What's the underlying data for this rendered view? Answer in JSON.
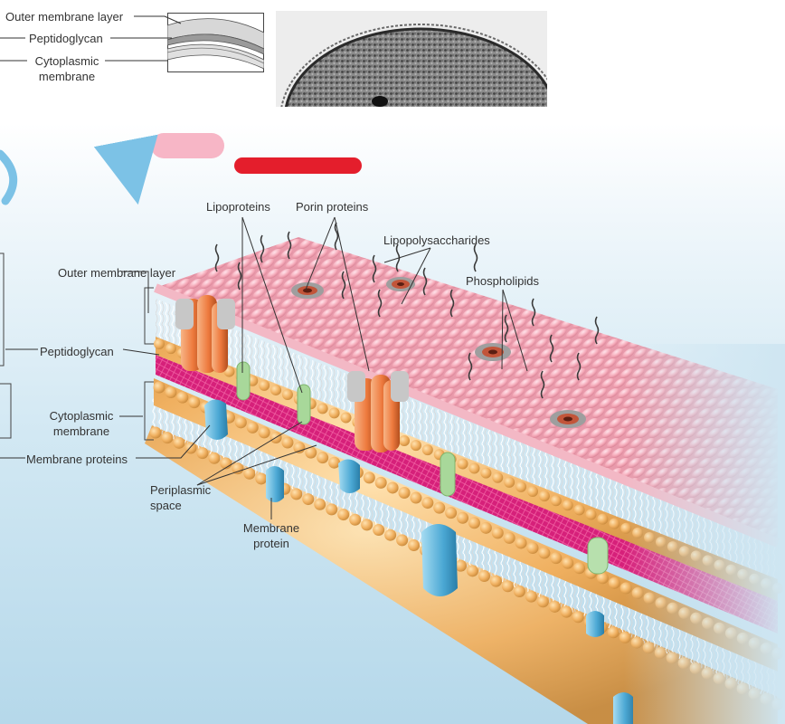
{
  "inset": {
    "outer_membrane_layer": "Outer membrane layer",
    "peptidoglycan": "Peptidoglycan",
    "cytoplasmic_membrane_line1": "Cytoplasmic",
    "cytoplasmic_membrane_line2": "membrane"
  },
  "labels": {
    "lipoproteins": "Lipoproteins",
    "porin_proteins": "Porin proteins",
    "lipopolysaccharides": "Lipopolysaccharides",
    "phospholipids": "Phospholipids",
    "outer_membrane_layer": "Outer membrane layer",
    "peptidoglycan": "Peptidoglycan",
    "cytoplasmic_membrane_line1": "Cytoplasmic",
    "cytoplasmic_membrane_line2": "membrane",
    "membrane_proteins": "Membrane proteins",
    "periplasmic_space_line1": "Periplasmic",
    "periplasmic_space_line2": "space",
    "membrane_protein_line1": "Membrane",
    "membrane_protein_line2": "protein"
  },
  "colors": {
    "outer_leaflet": "#f5a9b8",
    "peptidoglycan": "#d6207a",
    "lipid_head": "#f0b060",
    "porin": "#f08a4a",
    "membrane_protein": "#5bb4da",
    "lipoprotein": "#a8d89a",
    "accent_red": "#e41e2c",
    "accent_pink": "#f7b6c6",
    "arrow_blue": "#7cc2e6"
  }
}
